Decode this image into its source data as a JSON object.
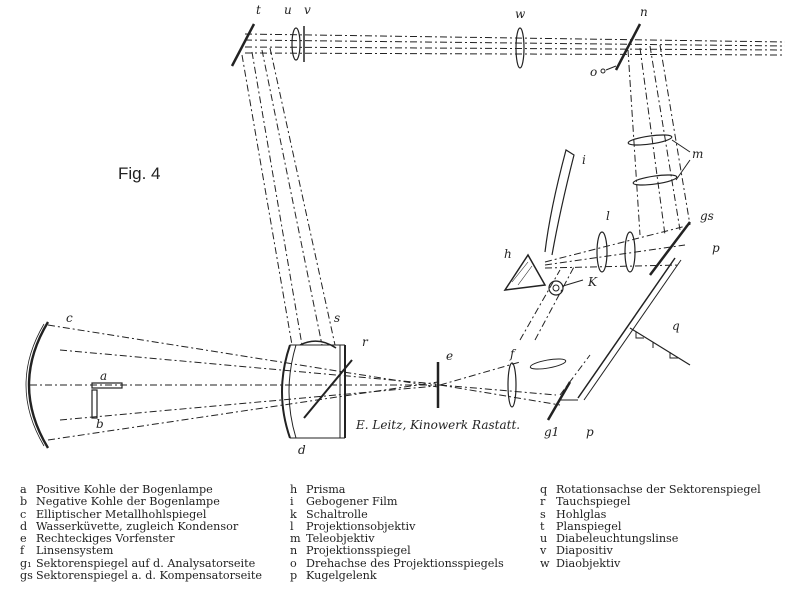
{
  "figure_title": "Fig. 4",
  "credit": "E. Leitz, Kinowerk Rastatt.",
  "labels": [
    "t",
    "u",
    "v",
    "w",
    "n",
    "o",
    "m",
    "i",
    "l",
    "gs",
    "h",
    "K",
    "p",
    "q",
    "c",
    "a",
    "b",
    "s",
    "r",
    "d",
    "e",
    "f",
    "g1",
    "p"
  ],
  "legend": {
    "col1": [
      {
        "k": "a",
        "t": "Positive Kohle der Bogenlampe"
      },
      {
        "k": "b",
        "t": "Negative Kohle der Bogenlampe"
      },
      {
        "k": "c",
        "t": "Elliptischer Metallhohlspiegel"
      },
      {
        "k": "d",
        "t": "Wasserküvette, zugleich Kondensor"
      },
      {
        "k": "e",
        "t": "Rechteckiges Vorfenster"
      },
      {
        "k": "f",
        "t": "Linsensystem"
      },
      {
        "k": "g₁",
        "t": "Sektorenspiegel auf d. Analysatorseite"
      },
      {
        "k": "gs",
        "t": "Sektorenspiegel a. d. Kompensatorseite"
      }
    ],
    "col2": [
      {
        "k": "h",
        "t": "Prisma"
      },
      {
        "k": "i",
        "t": "Gebogener Film"
      },
      {
        "k": "k",
        "t": "Schaltrolle"
      },
      {
        "k": "l",
        "t": "Projektionsobjektiv"
      },
      {
        "k": "m",
        "t": "Teleobjektiv"
      },
      {
        "k": "n",
        "t": "Projektionsspiegel"
      },
      {
        "k": "o",
        "t": "Drehachse des Projektionsspiegels"
      },
      {
        "k": "p",
        "t": "Kugelgelenk"
      }
    ],
    "col3": [
      {
        "k": "q",
        "t": "Rotationsachse der Sektorenspiegel"
      },
      {
        "k": "r",
        "t": "Tauchspiegel"
      },
      {
        "k": "s",
        "t": "Hohlglas"
      },
      {
        "k": "t",
        "t": "Planspiegel"
      },
      {
        "k": "u",
        "t": "Diabeleuchtungslinse"
      },
      {
        "k": "v",
        "t": "Diapositiv"
      },
      {
        "k": "w",
        "t": "Diaobjektiv"
      }
    ]
  }
}
